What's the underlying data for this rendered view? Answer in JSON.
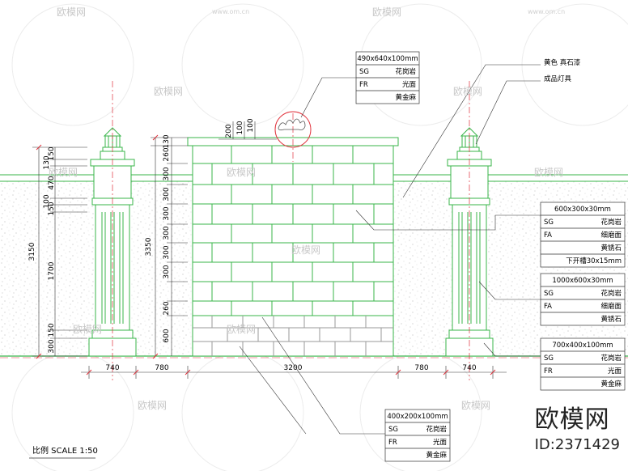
{
  "watermark": {
    "text": "欧模网",
    "url": "www.om.cn"
  },
  "brand": {
    "name": "欧模网",
    "id": "ID:2371429"
  },
  "scale_label": "比例 SCALE 1:50",
  "top_labels": {
    "paint": "黄色 真石漆",
    "lamp": "成品灯具"
  },
  "tables": {
    "cap": {
      "title": "490x640x100mm",
      "rows": [
        [
          "SG",
          "花岗岩"
        ],
        [
          "FR",
          "光面"
        ],
        [
          "",
          "黄金麻"
        ]
      ]
    },
    "panel": {
      "title": "600x300x30mm",
      "rows": [
        [
          "SG",
          "花岗岩"
        ],
        [
          "FA",
          "细磨面"
        ],
        [
          "",
          "黄锈石"
        ],
        [
          "",
          "下开槽30x15mm"
        ]
      ]
    },
    "pillar": {
      "title": "1000x600x30mm",
      "rows": [
        [
          "SG",
          "花岗岩"
        ],
        [
          "FA",
          "细磨面"
        ],
        [
          "",
          "黄锈石"
        ]
      ]
    },
    "pillar_base": {
      "title": "700x400x100mm",
      "rows": [
        [
          "SG",
          "花岗岩"
        ],
        [
          "FR",
          "光面"
        ],
        [
          "",
          "黄金麻"
        ]
      ]
    },
    "base": {
      "title": "400x200x100mm",
      "rows": [
        [
          "SG",
          "花岗岩"
        ],
        [
          "FR",
          "光面"
        ],
        [
          "",
          "黄金麻"
        ]
      ]
    }
  },
  "dims": {
    "bottom": [
      "740",
      "780",
      "3200",
      "780",
      "740"
    ],
    "left_total": "3150",
    "left_parts": [
      "150",
      "130",
      "470",
      "100",
      "150",
      "1700",
      "300",
      "150"
    ],
    "mid_total": "3350",
    "mid_parts": [
      "130",
      "260",
      "300",
      "300",
      "300",
      "300",
      "300",
      "300",
      "260",
      "600"
    ],
    "cap_parts": [
      "200",
      "100",
      "100"
    ]
  }
}
